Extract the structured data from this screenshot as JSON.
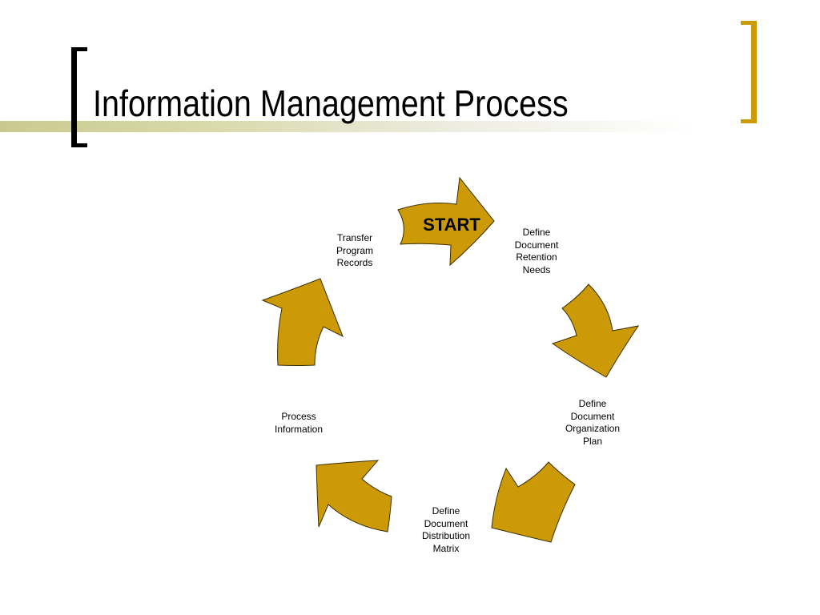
{
  "slide": {
    "title": "Information Management Process",
    "accent_color": "#cc9a06",
    "bracket_left_color": "#000000"
  },
  "diagram": {
    "type": "cycle",
    "arrow_color": "#cc9a06",
    "start_label": "START",
    "steps": [
      "Define\nDocument\nRetention\nNeeds",
      "Define\nDocument\nOrganization\nPlan",
      "Define\nDocument\nDistribution\nMatrix",
      "Process\nInformation",
      "Transfer\nProgram\nRecords"
    ]
  }
}
